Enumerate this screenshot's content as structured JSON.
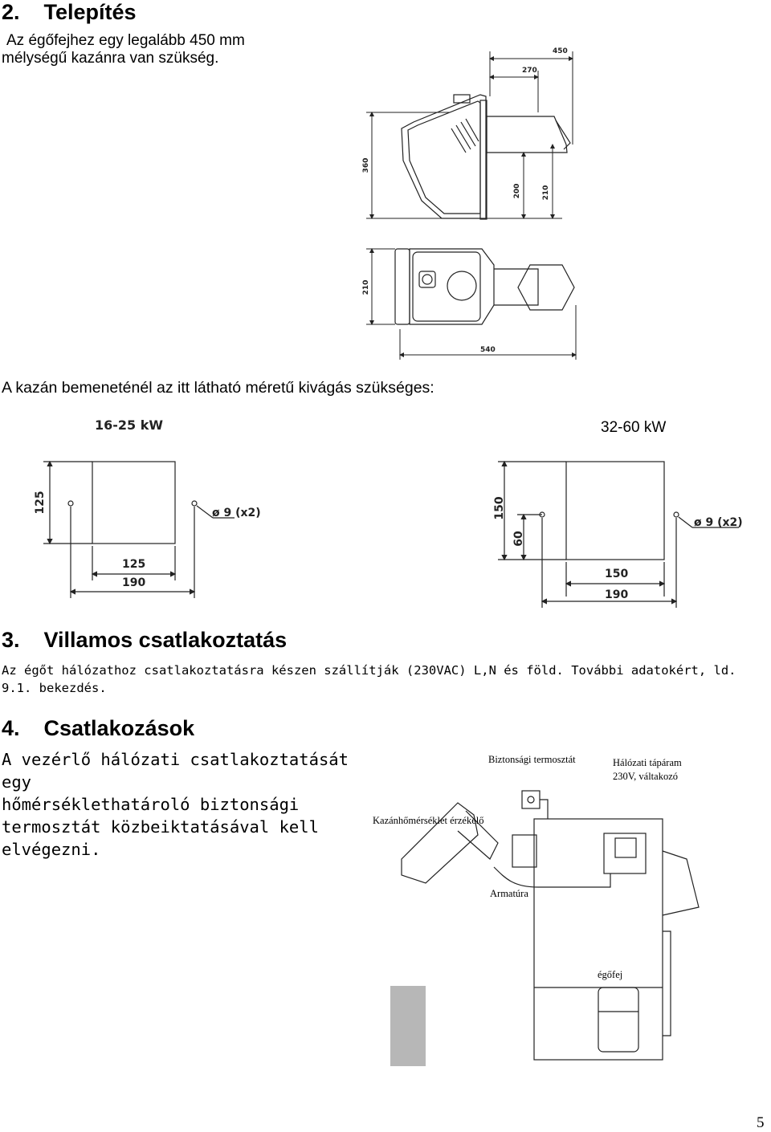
{
  "section2": {
    "number": "2.",
    "title": "Telepítés",
    "intro_line1": "Az égőfejhez egy legalább 450 mm",
    "intro_line2": "mélységű kazánra van szükség.",
    "dims": {
      "d450": "450",
      "d270": "270",
      "d360": "360",
      "d200": "200",
      "d210a": "210",
      "d210b": "210",
      "d540": "540"
    },
    "cutout_sentence": "A kazán bemeneténél az itt látható méretű kivágás szükséges:",
    "cutout_small": {
      "title": "16-25 kW",
      "d125v": "125",
      "d125h": "125",
      "d190": "190",
      "hole": "ø 9 (x2)"
    },
    "cutout_large": {
      "title": "32-60 kW",
      "d150v": "150",
      "d60": "60",
      "d150h": "150",
      "d190": "190",
      "hole": "ø 9 (x2)"
    }
  },
  "section3": {
    "number": "3.",
    "title": "Villamos csatlakoztatás",
    "body_line1": "Az égőt hálózathoz csatlakoztatásra készen szállítják (230VAC) L,N és föld. További adatokért, ld.",
    "body_line2": "9.1. bekezdés."
  },
  "section4": {
    "number": "4.",
    "title": "Csatlakozások",
    "body_lines": [
      "A vezérlő hálózati csatlakoztatását egy",
      "hőmérséklethatároló biztonsági",
      "termosztát közbeiktatásával kell",
      "elvégezni."
    ],
    "labels": {
      "safety_thermostat": "Biztonsági termosztát",
      "supply_line1": "Hálózati tápáram",
      "supply_line2": "230V, váltakozó",
      "boiler_sensor": "Kazánhőmérséklet érzékelő",
      "fitting": "Armatúra",
      "burner_head": "égőfej"
    }
  },
  "page_number": "5"
}
